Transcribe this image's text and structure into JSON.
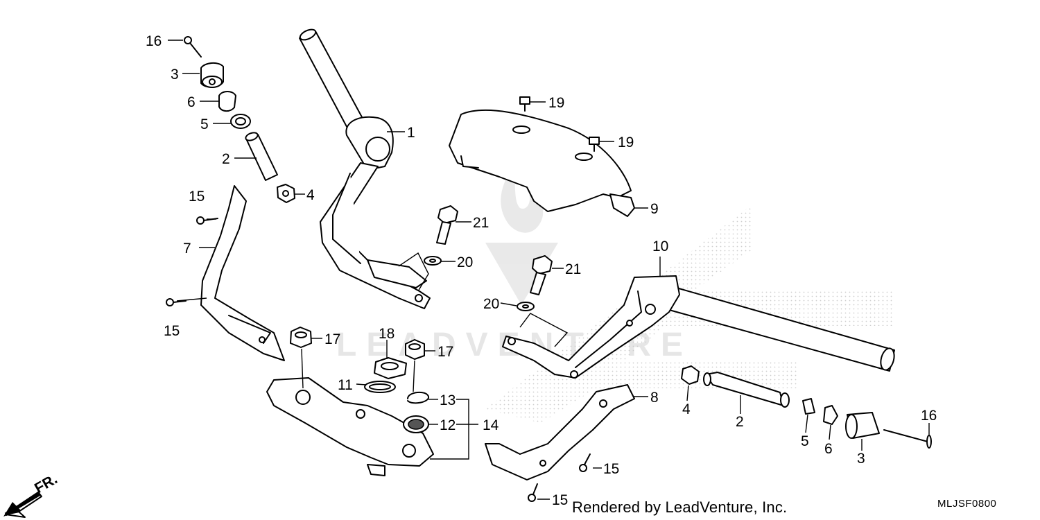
{
  "watermark": "LEADVENTURE",
  "footer": {
    "credit": "Rendered by LeadVenture, Inc.",
    "diagram_code": "MLJSF0800"
  },
  "direction_marker": "FR.",
  "callouts": {
    "c1": "1",
    "c2_left": "2",
    "c2_right": "2",
    "c3_left": "3",
    "c3_right": "3",
    "c4_left": "4",
    "c4_right": "4",
    "c5_left": "5",
    "c5_right": "5",
    "c6_left": "6",
    "c6_right": "6",
    "c7": "7",
    "c8": "8",
    "c9": "9",
    "c10": "10",
    "c11": "11",
    "c12": "12",
    "c13": "13",
    "c14": "14",
    "c15_a": "15",
    "c15_b": "15",
    "c15_c": "15",
    "c15_d": "15",
    "c16_left": "16",
    "c16_right": "16",
    "c17_a": "17",
    "c17_b": "17",
    "c18": "18",
    "c19_a": "19",
    "c19_b": "19",
    "c20_a": "20",
    "c20_b": "20",
    "c21_a": "21",
    "c21_b": "21"
  }
}
